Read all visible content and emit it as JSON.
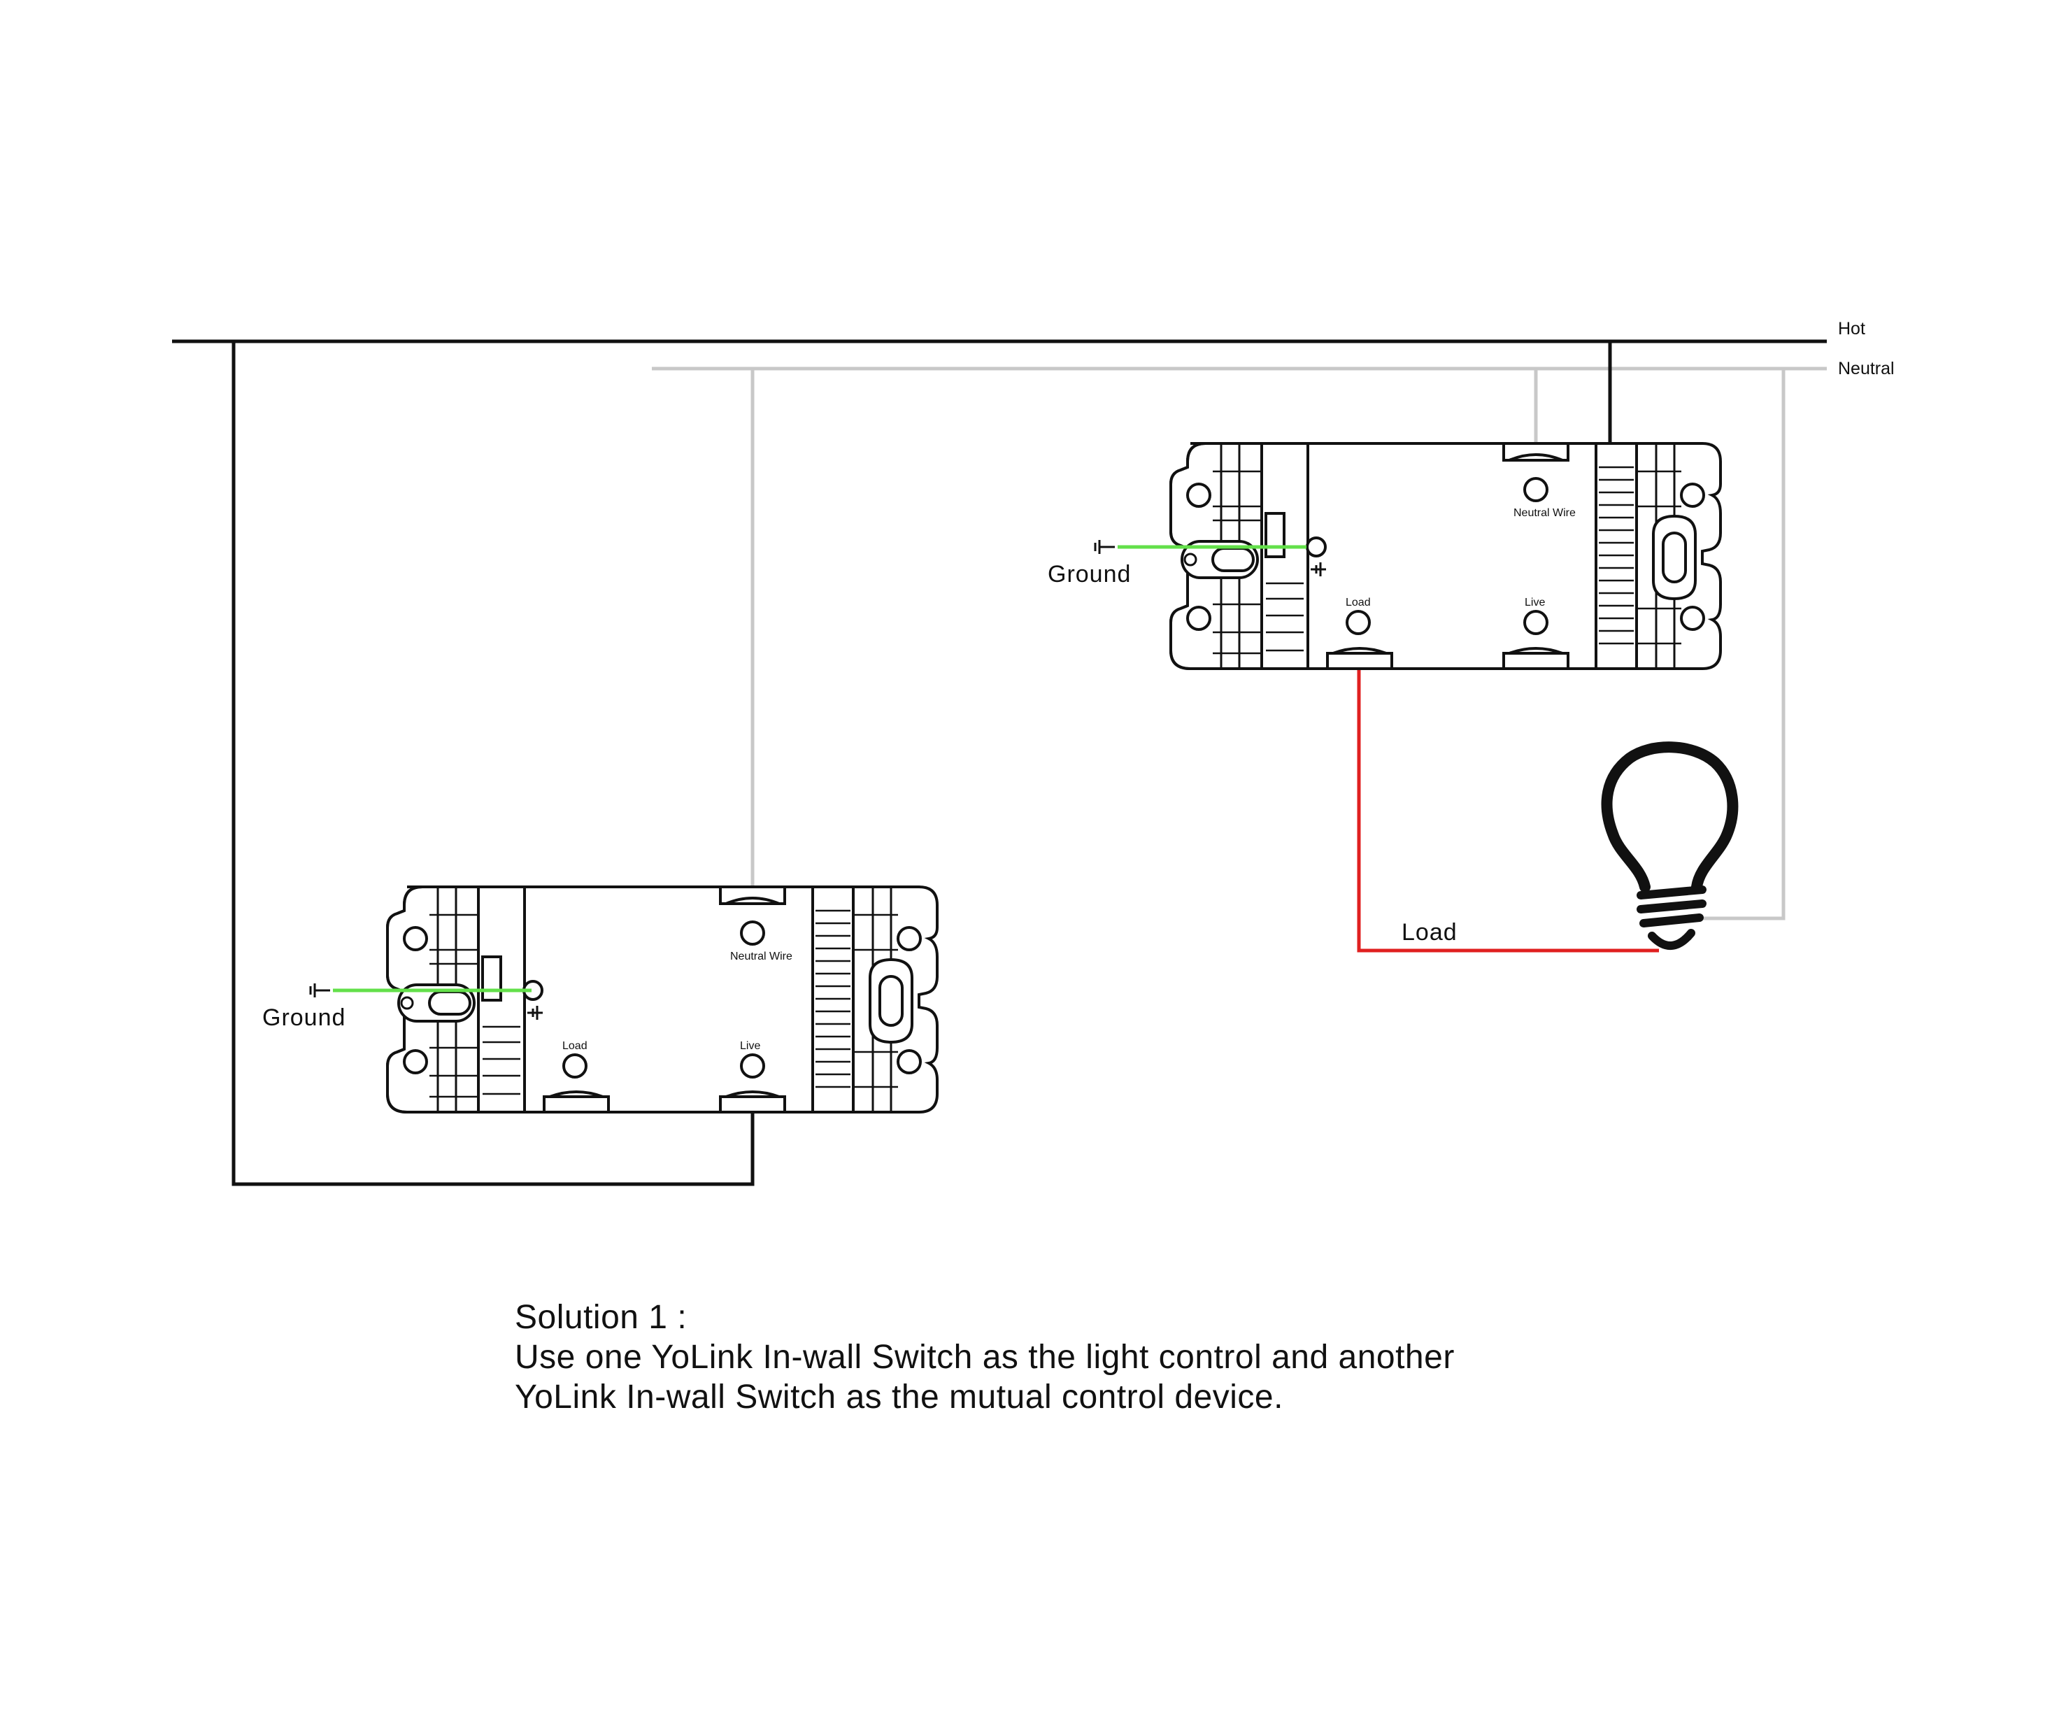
{
  "wires": {
    "hot_label": "Hot",
    "neutral_label": "Neutral",
    "load_label": "Load",
    "colors": {
      "hot": "#111111",
      "neutral": "#c8c8c8",
      "ground": "#63e04a",
      "load": "#e02020"
    }
  },
  "switch_main": {
    "ground_label": "Ground",
    "neutral_terminal": "Neutral Wire",
    "load_terminal": "Load",
    "live_terminal": "Live"
  },
  "switch_mutual": {
    "ground_label": "Ground",
    "neutral_terminal": "Neutral Wire",
    "load_terminal": "Load",
    "live_terminal": "Live"
  },
  "caption": {
    "line1": "Solution 1 :",
    "line2": "Use one YoLink In-wall Switch as the light control and another",
    "line3": "YoLink In-wall Switch as the mutual control device."
  }
}
